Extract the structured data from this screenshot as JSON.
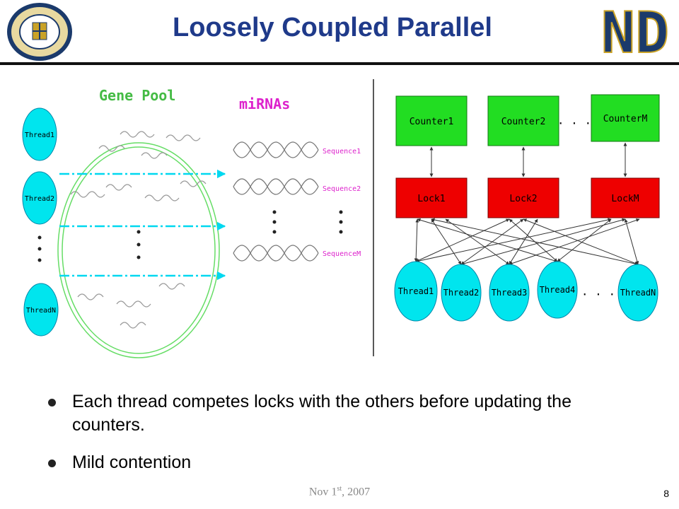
{
  "slide": {
    "title": "Loosely Coupled Parallel",
    "page_number": "8",
    "footer": {
      "date_prefix": "Nov 1",
      "date_sup": "st",
      "date_suffix": ", 2007"
    }
  },
  "left_diagram": {
    "gene_pool_label": "Gene Pool",
    "mirnas_label": "miRNAs",
    "threads": [
      "Thread1",
      "Thread2",
      "ThreadN"
    ],
    "sequences": [
      "Sequence1",
      "Sequence2",
      "SequenceM"
    ]
  },
  "right_diagram": {
    "counters": [
      "Counter1",
      "Counter2",
      "CounterM"
    ],
    "locks": [
      "Lock1",
      "Lock2",
      "LockM"
    ],
    "threads": [
      "Thread1",
      "Thread2",
      "Thread3",
      "Thread4",
      "ThreadN"
    ],
    "ellipsis": "· · ·"
  },
  "bullets": [
    "Each thread competes locks with the others before updating the counters.",
    "Mild contention"
  ],
  "colors": {
    "title": "#1f3a8a",
    "counter_fill": "#22dd22",
    "lock_fill": "#ee0000",
    "thread_fill": "#00e5ee",
    "gene_pool_label": "#44bb44",
    "mirnas_label": "#dd22cc",
    "sequence_label": "#dd22cc",
    "dashed_arrow": "#00d8f0"
  }
}
